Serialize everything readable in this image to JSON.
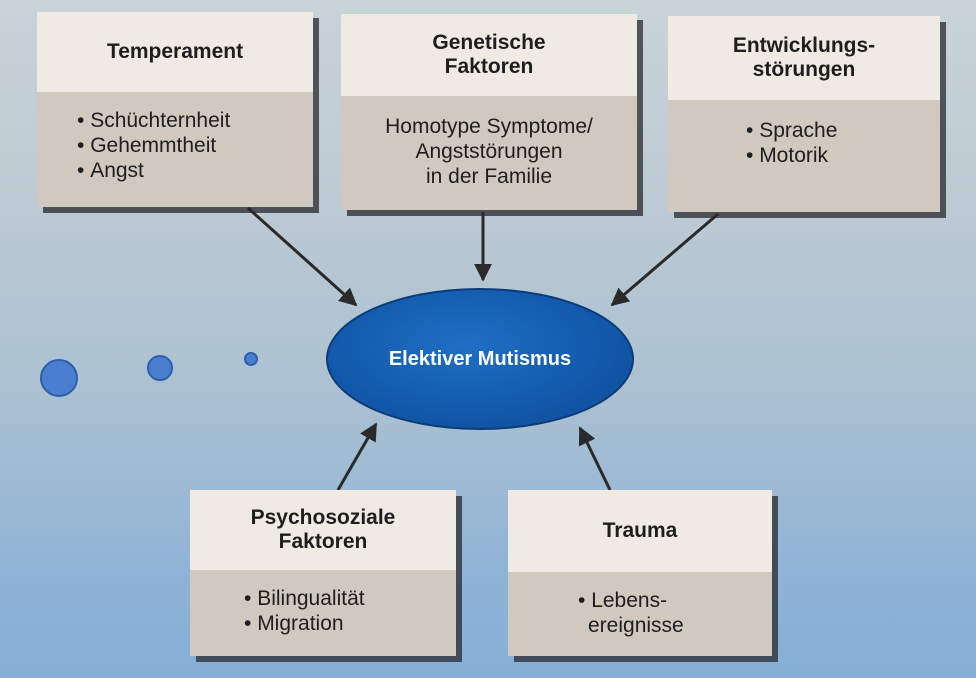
{
  "center": {
    "label": "Elektiver Mutismus"
  },
  "boxes": {
    "temperament": {
      "title": "Temperament",
      "items": [
        "Schüchternheit",
        "Gehemmtheit",
        "Angst"
      ]
    },
    "genetic": {
      "title_lines": [
        "Genetische",
        "Faktoren"
      ],
      "body_lines": [
        "Homotype Symptome/",
        "Angststörungen",
        "in der Familie"
      ]
    },
    "development": {
      "title_lines": [
        "Entwicklungs-",
        "störungen"
      ],
      "items": [
        "Sprache",
        "Motorik"
      ]
    },
    "psychosocial": {
      "title_lines": [
        "Psychosoziale",
        "Faktoren"
      ],
      "items": [
        "Bilingualität",
        "Migration"
      ]
    },
    "trauma": {
      "title": "Trauma",
      "item_lines": [
        "Lebens-",
        "ereignisse"
      ]
    }
  },
  "colors": {
    "ellipse": "#1258aa",
    "box_header": "#efebe4",
    "box_body": "#cfc9c0",
    "dots": "#4a7fcf"
  }
}
